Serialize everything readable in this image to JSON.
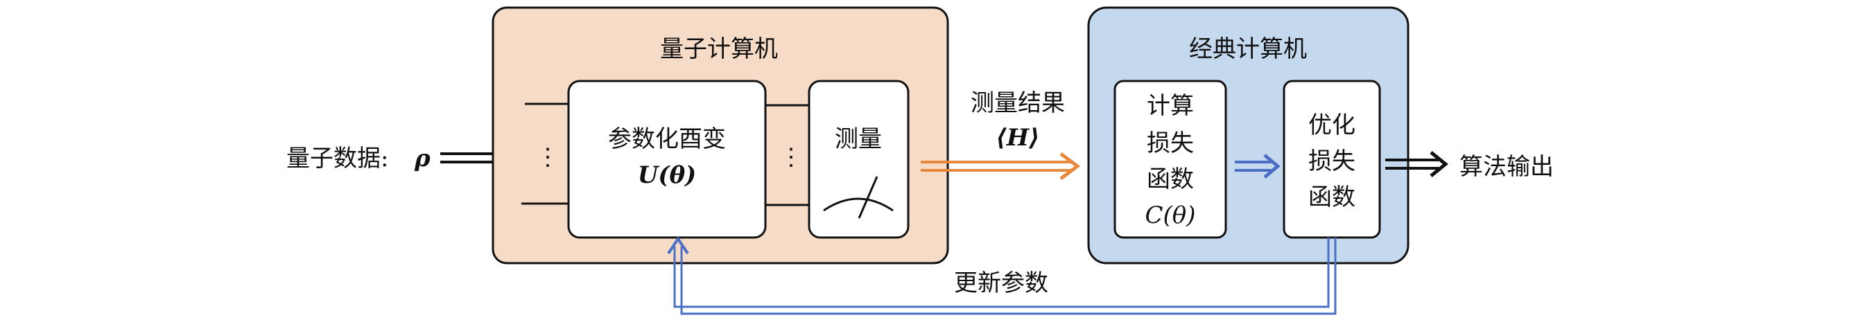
{
  "input": {
    "label": "量子数据:",
    "symbol": "ρ"
  },
  "quantum": {
    "title": "量子计算机",
    "unitary_label": "参数化酉变",
    "unitary_symbol": "U(θ)",
    "measure_label": "测量",
    "dots": "⋮"
  },
  "measurement_result": {
    "label": "测量结果",
    "symbol": "⟨H⟩"
  },
  "classical": {
    "title": "经典计算机",
    "cost_lines": [
      "计算",
      "损失",
      "函数",
      "C(θ)"
    ],
    "optimize_lines": [
      "优化",
      "损失",
      "函数"
    ]
  },
  "output": {
    "label": "算法输出"
  },
  "feedback": {
    "label": "更新参数"
  },
  "colors": {
    "quantum_fill": "#f6dcc6",
    "classical_fill": "#c4d8ee",
    "orange_arrow": "#e8883a",
    "blue_arrow": "#4a6fc4"
  }
}
